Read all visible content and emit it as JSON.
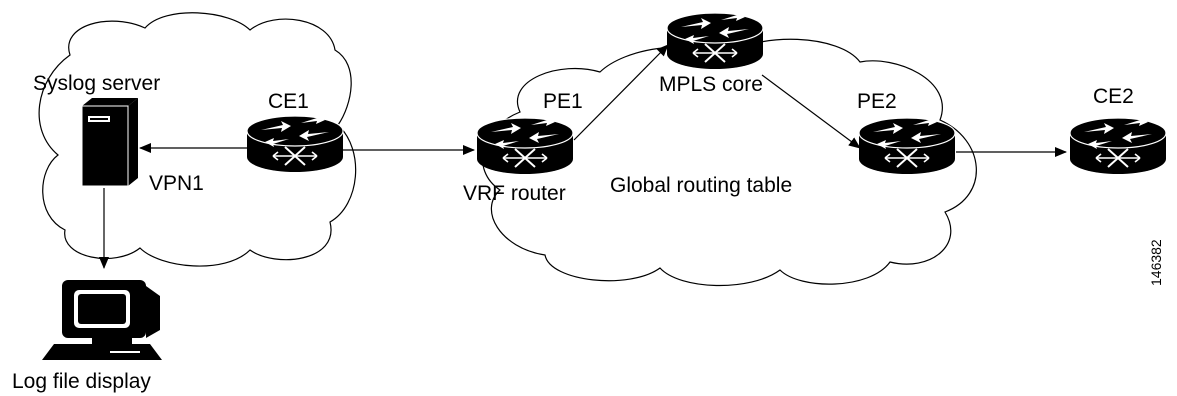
{
  "labels": {
    "syslog_server": "Syslog server",
    "ce1": "CE1",
    "vpn1": "VPN1",
    "pe1": "PE1",
    "vrf_router": "VRF router",
    "mpls_core": "MPLS core",
    "global_routing_table": "Global routing table",
    "pe2": "PE2",
    "ce2": "CE2",
    "log_file_display": "Log file display",
    "figure_id": "146382"
  },
  "colors": {
    "line": "#000000",
    "device_body": "#000000",
    "device_glyph": "#ffffff",
    "background": "#ffffff"
  },
  "icons": {
    "routers": [
      "router-icon",
      "router-icon",
      "router-icon",
      "router-icon",
      "router-icon"
    ],
    "server": "server-icon",
    "workstation": "workstation-icon"
  }
}
